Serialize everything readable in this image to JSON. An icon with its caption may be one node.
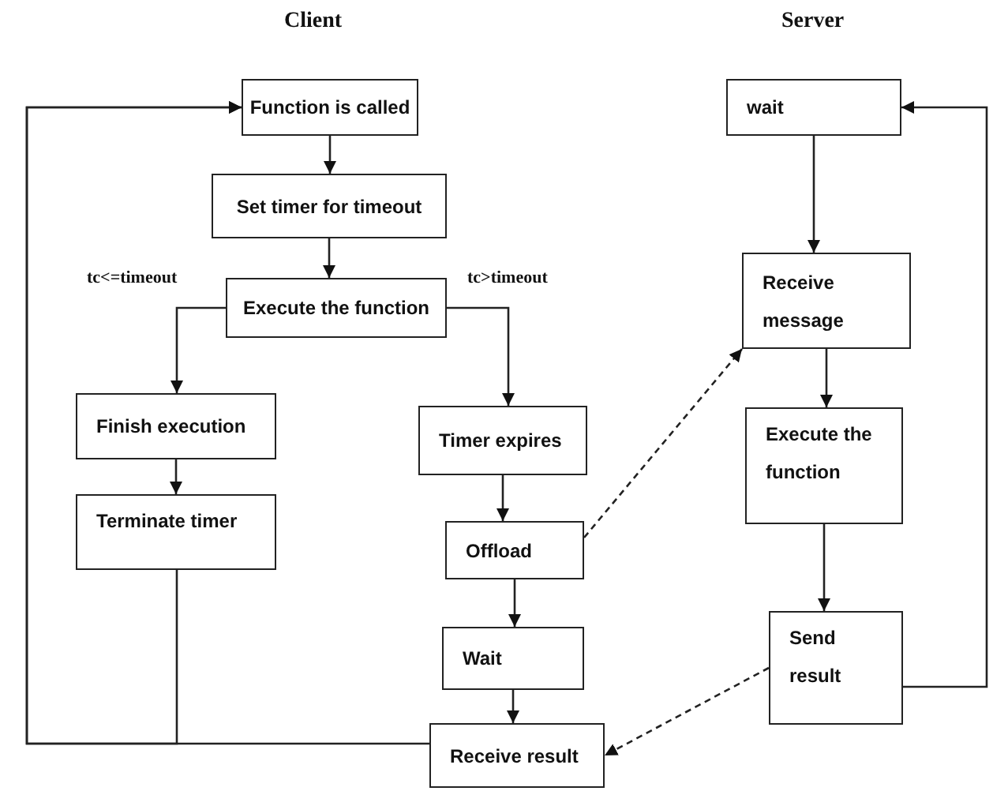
{
  "diagram": {
    "nodes": [
      {
        "text": [
          "Function is called"
        ]
      },
      {
        "text": [
          "Set timer for timeout"
        ]
      },
      {
        "text": [
          "Execute the function"
        ]
      },
      {
        "text": [
          "Finish execution"
        ]
      },
      {
        "text": [
          "Terminate timer"
        ]
      },
      {
        "text": [
          "Timer expires"
        ]
      },
      {
        "text": [
          "Offload"
        ]
      },
      {
        "text": [
          "Wait"
        ]
      },
      {
        "text": [
          "Receive result"
        ]
      },
      {
        "text": [
          "wait"
        ]
      },
      {
        "text": [
          "Receive message"
        ]
      },
      {
        "text": [
          "Execute the function"
        ]
      },
      {
        "text": [
          "Send result"
        ]
      }
    ],
    "edges": [
      {
        "from": 0,
        "to": 1,
        "arrow": "to"
      },
      {
        "from": 1,
        "to": 2,
        "arrow": "to"
      },
      {
        "from": 2,
        "to": 3,
        "arrow": "to",
        "label": "tc<=timeout"
      },
      {
        "from": 3,
        "to": 4,
        "arrow": "to"
      },
      {
        "from": 2,
        "to": 5,
        "arrow": "to",
        "label": "tc>timeout"
      },
      {
        "from": 5,
        "to": 6,
        "arrow": "to"
      },
      {
        "from": 6,
        "to": 7,
        "arrow": "to"
      },
      {
        "from": 7,
        "to": 8,
        "arrow": "to"
      },
      {
        "from": 6,
        "to": 10,
        "arrow": "to",
        "style": "dashed"
      },
      {
        "from": 9,
        "to": 10,
        "arrow": "to"
      },
      {
        "from": 10,
        "to": 11,
        "arrow": "to"
      },
      {
        "from": 11,
        "to": 12,
        "arrow": "to"
      },
      {
        "from": 12,
        "to": 8,
        "arrow": "to",
        "style": "dashed"
      },
      {
        "from": 12,
        "to": 9,
        "arrow": "to"
      },
      {
        "from": 4,
        "to": 0,
        "arrow": "to"
      },
      {
        "from": 8,
        "to": 0,
        "arrow": "to"
      }
    ],
    "labels": [
      "Client",
      "Server"
    ]
  }
}
